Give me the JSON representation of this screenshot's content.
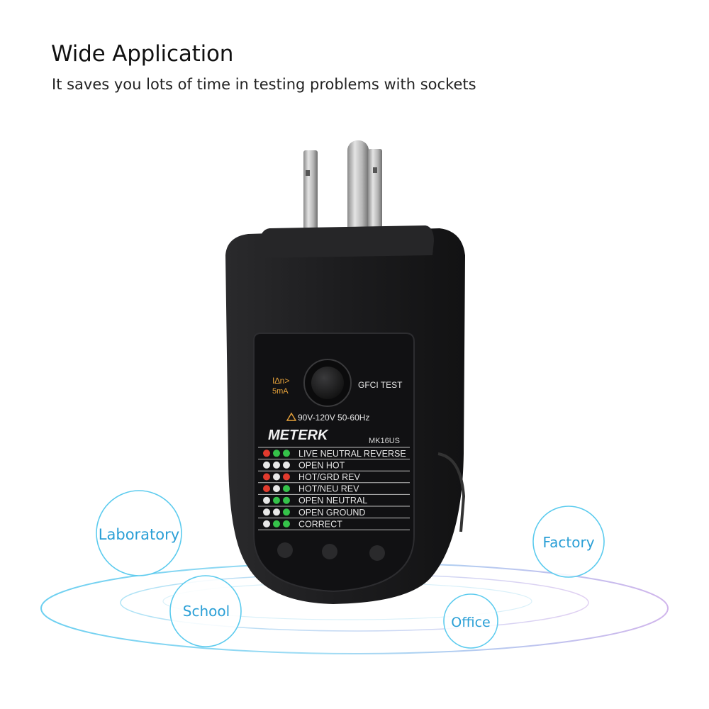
{
  "header": {
    "title": "Wide Application",
    "subtitle": "It saves you lots of time in testing problems with sockets"
  },
  "device": {
    "brand": "METERK",
    "model": "MK16US",
    "test_button_label": "GFCI TEST",
    "rating_label": "90V-120V  50-60Hz",
    "current_symbol": "I∆n>",
    "current_value": "5mA",
    "indicator_rows": [
      {
        "label": "LIVE NEUTRAL REVERSE",
        "leds": [
          "red",
          "green",
          "green"
        ]
      },
      {
        "label": "OPEN HOT",
        "leds": [
          "off",
          "off",
          "off"
        ]
      },
      {
        "label": "HOT/GRD REV",
        "leds": [
          "red",
          "off",
          "red"
        ]
      },
      {
        "label": "HOT/NEU REV",
        "leds": [
          "red",
          "off",
          "green"
        ]
      },
      {
        "label": "OPEN NEUTRAL",
        "leds": [
          "off",
          "green",
          "green"
        ]
      },
      {
        "label": "OPEN GROUND",
        "leds": [
          "off",
          "off",
          "green"
        ]
      },
      {
        "label": "CORRECT",
        "leds": [
          "off",
          "green",
          "green"
        ]
      }
    ]
  },
  "locations": {
    "laboratory": "Laboratory",
    "school": "School",
    "office": "Office",
    "factory": "Factory"
  },
  "colors": {
    "accent": "#2a9fd6",
    "led_red": "#e23b2e",
    "led_green": "#35c24a",
    "led_off": "#e8e8e8",
    "device_body": "#1d1d1f"
  }
}
